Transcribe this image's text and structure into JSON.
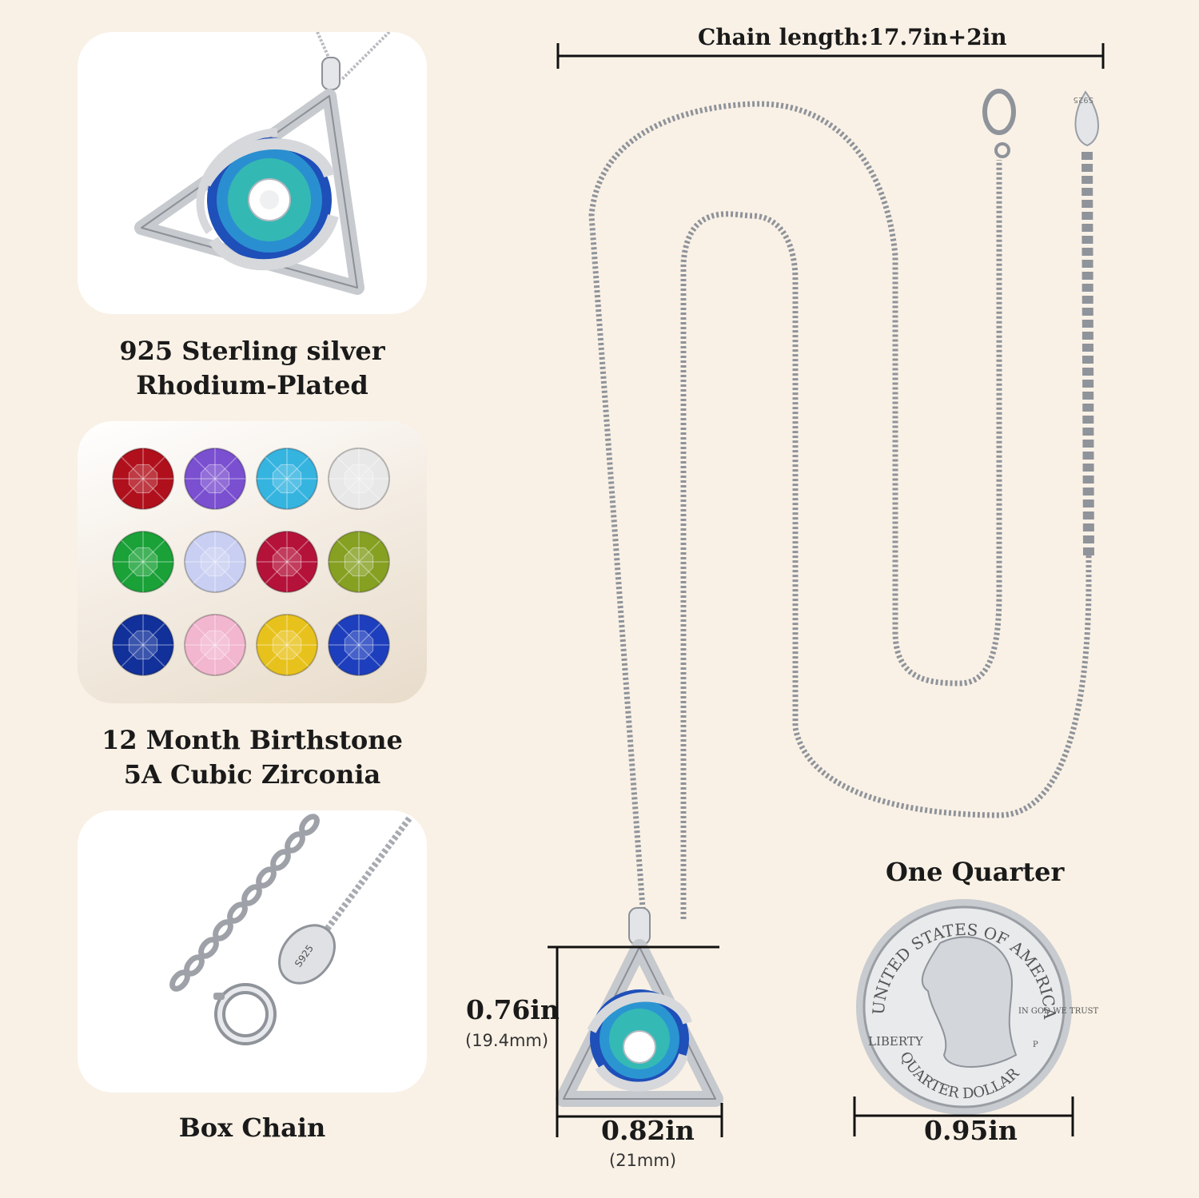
{
  "features": [
    {
      "line1": "925 Sterling silver",
      "line2": "Rhodium-Plated"
    },
    {
      "line1": "12 Month Birthstone",
      "line2": "5A Cubic Zirconia"
    },
    {
      "line1": "Box Chain",
      "line2": ""
    }
  ],
  "birthstones": [
    {
      "color": "#b0101c"
    },
    {
      "color": "#7a4fd0"
    },
    {
      "color": "#35b4e0"
    },
    {
      "color": "#e8e8e8"
    },
    {
      "color": "#1aa138"
    },
    {
      "color": "#c9cff2"
    },
    {
      "color": "#b5123a"
    },
    {
      "color": "#86a022"
    },
    {
      "color": "#11309a"
    },
    {
      "color": "#f2b6cf"
    },
    {
      "color": "#e8c21c"
    },
    {
      "color": "#1e3fbd"
    }
  ],
  "chain_length_label": "Chain length:17.7in+2in",
  "pendant": {
    "height_in": "0.76in",
    "height_mm": "(19.4mm)",
    "width_in": "0.82in",
    "width_mm": "(21mm)"
  },
  "quarter": {
    "title": "One Quarter",
    "width_in": "0.95in",
    "rim_text": "UNITED STATES OF AMERICA",
    "liberty": "LIBERTY",
    "motto": "IN GOD WE TRUST",
    "denomination": "QUARTER DOLLAR",
    "mint_mark": "P"
  },
  "stamp_text": "S925",
  "colors": {
    "background": "#f9f1e6",
    "silver": "#c9ccd1",
    "crystal_blue": "#1f4fb8",
    "crystal_green": "#39c9a8"
  }
}
